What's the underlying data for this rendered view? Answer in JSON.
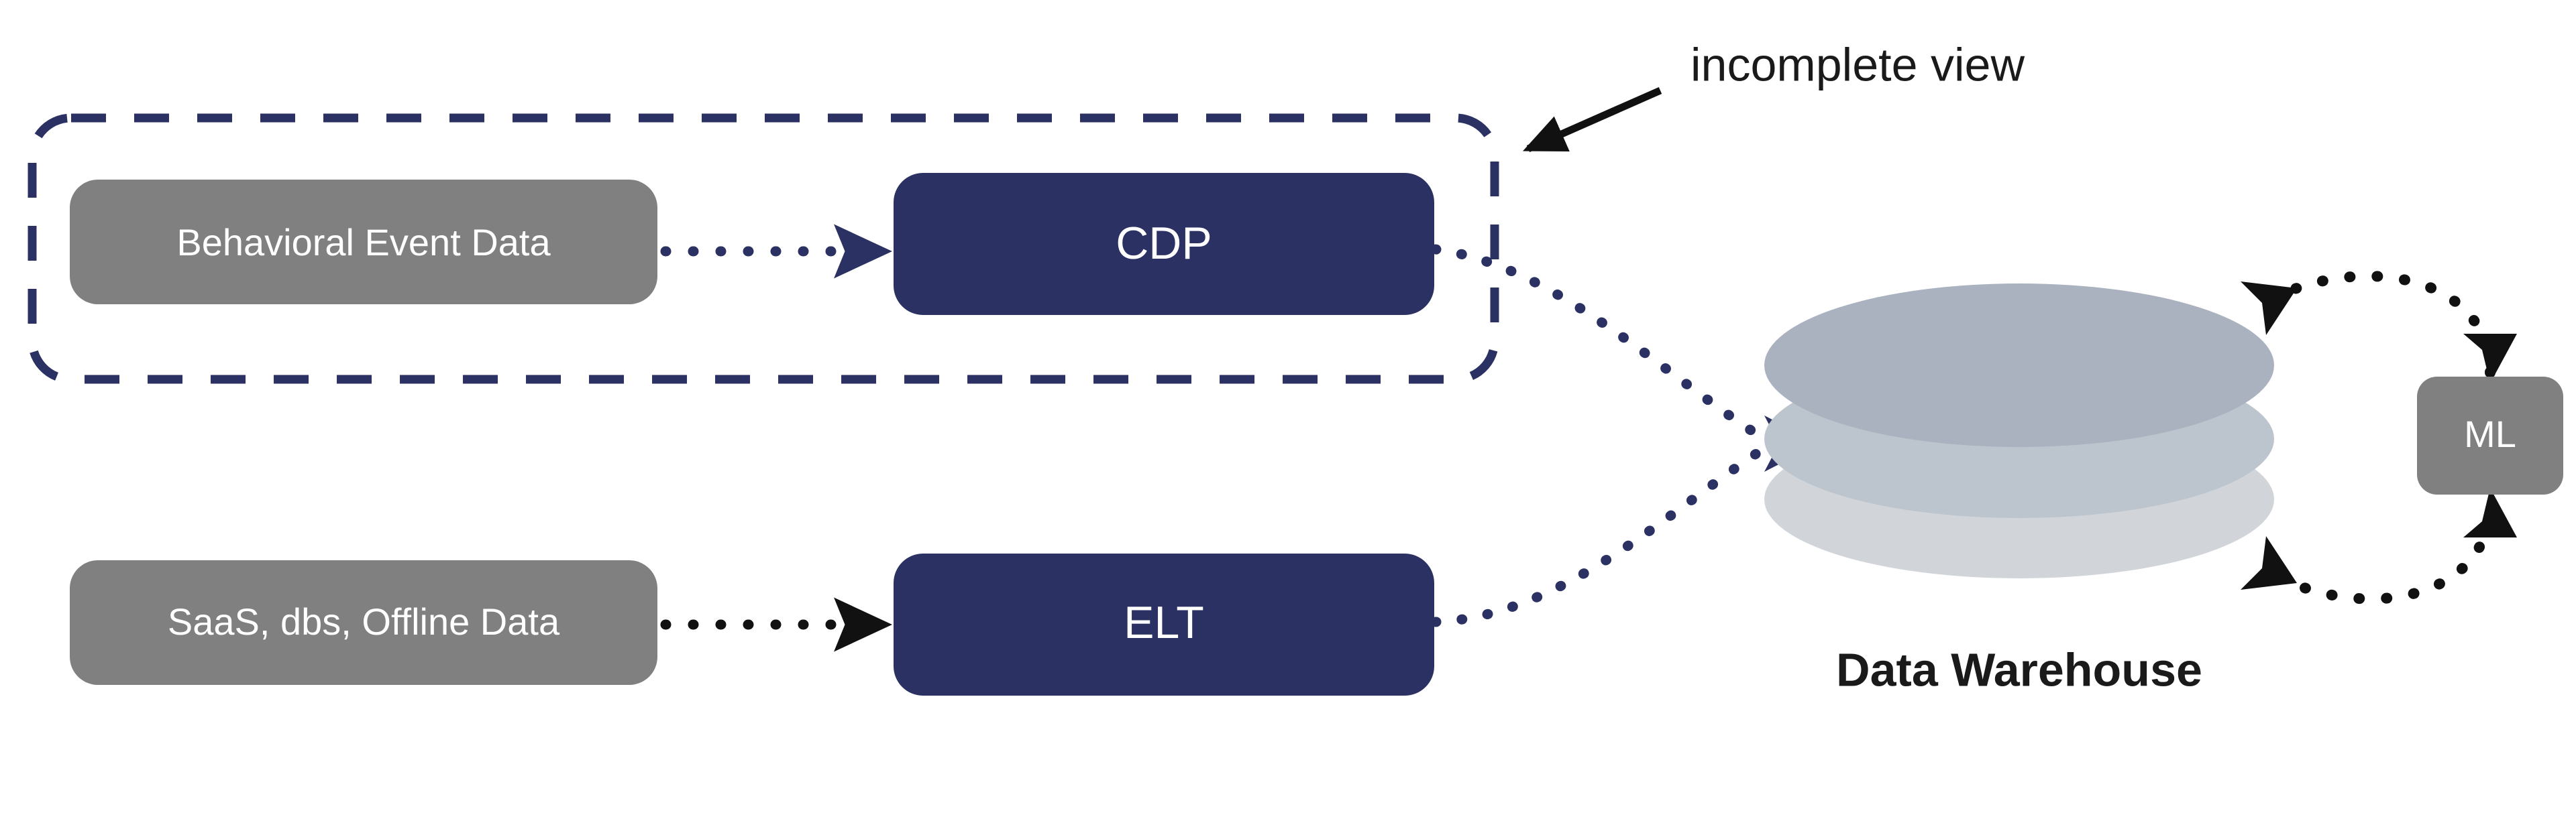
{
  "diagram": {
    "type": "data-pipeline-flow",
    "background": "#ffffff",
    "annotation": {
      "label": "incomplete view",
      "color": "#1a1a1a"
    },
    "boundary": {
      "name": "incomplete-view-boundary",
      "style": "dashed",
      "color": "#2b3162"
    },
    "colors": {
      "navy": "#2b3162",
      "gray": "#808080",
      "black": "#111111",
      "warehouse_top": "#aab2c0",
      "warehouse_middle": "#bcc4cd",
      "warehouse_bottom": "#d1d5da"
    },
    "nodes": [
      {
        "id": "behavioral-event-data",
        "label": "Behavioral Event Data",
        "shape": "rounded-rect",
        "fill": "#808080",
        "text_color": "#ffffff"
      },
      {
        "id": "cdp",
        "label": "CDP",
        "shape": "rounded-rect",
        "fill": "#2b3162",
        "text_color": "#ffffff"
      },
      {
        "id": "saas-dbs-offline-data",
        "label": "SaaS, dbs, Offline Data",
        "shape": "rounded-rect",
        "fill": "#808080",
        "text_color": "#ffffff"
      },
      {
        "id": "elt",
        "label": "ELT",
        "shape": "rounded-rect",
        "fill": "#2b3162",
        "text_color": "#ffffff"
      },
      {
        "id": "data-warehouse",
        "label": "Data Warehouse",
        "shape": "stacked-ellipses",
        "layers": 3,
        "text_color": "#1a1a1a"
      },
      {
        "id": "ml",
        "label": "ML",
        "shape": "rounded-rect",
        "fill": "#808080",
        "text_color": "#ffffff"
      }
    ],
    "edges": [
      {
        "id": "behavioral-to-cdp",
        "from": "behavioral-event-data",
        "to": "cdp",
        "style": "dotted",
        "color": "#2b3162",
        "arrow": "single"
      },
      {
        "id": "saas-to-elt",
        "from": "saas-dbs-offline-data",
        "to": "elt",
        "style": "dotted",
        "color": "#111111",
        "arrow": "single"
      },
      {
        "id": "cdp-to-warehouse",
        "from": "cdp",
        "to": "data-warehouse",
        "style": "dotted-curve",
        "color": "#2b3162",
        "arrow": "single"
      },
      {
        "id": "elt-to-warehouse",
        "from": "elt",
        "to": "data-warehouse",
        "style": "dotted-curve",
        "color": "#2b3162",
        "arrow": "single"
      },
      {
        "id": "warehouse-to-ml",
        "from": "data-warehouse",
        "to": "ml",
        "style": "dotted-curve",
        "color": "#111111",
        "arrow": "single"
      },
      {
        "id": "ml-to-warehouse",
        "from": "ml",
        "to": "data-warehouse",
        "style": "dotted-curve",
        "color": "#111111",
        "arrow": "single"
      }
    ]
  }
}
